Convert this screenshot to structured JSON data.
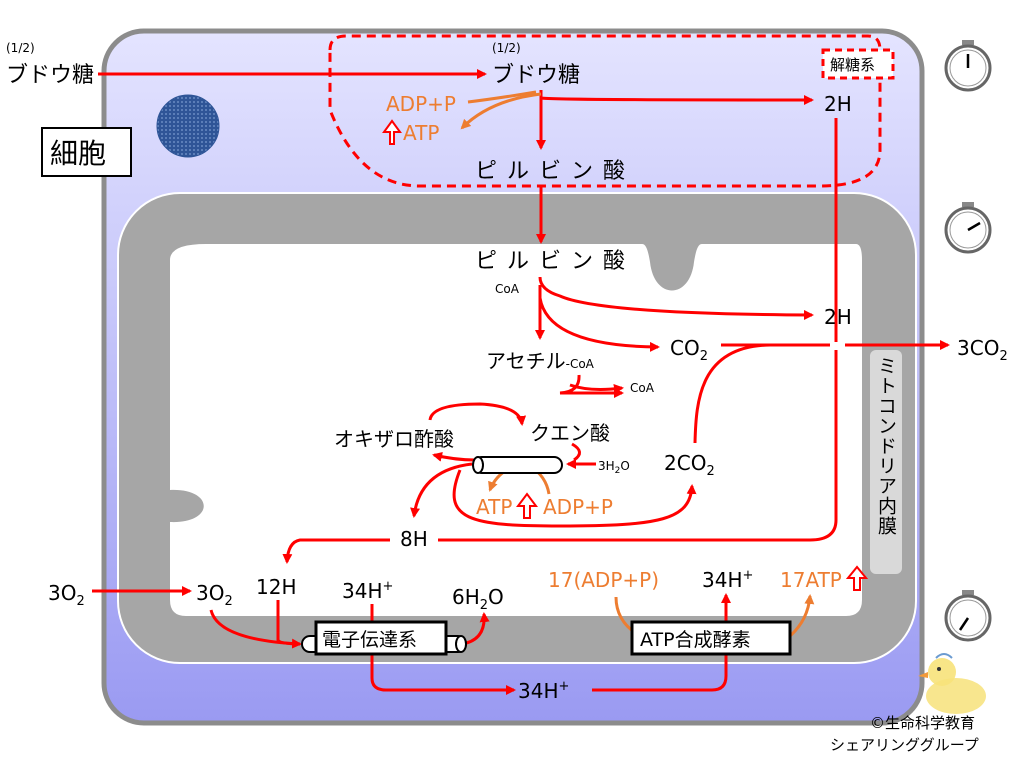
{
  "labels": {
    "glucose_left_frac": "(1/2)",
    "glucose_left": "ブドウ糖",
    "glucose_top_frac": "(1/2)",
    "glucose_top": "ブドウ糖",
    "glycolysis_box": "解糖系",
    "cell_label": "細胞",
    "adp_p_1": "ADP+P",
    "atp_1": "ATP",
    "pyruvate_1": "ピルビン酸",
    "h2_1": "2H",
    "pyruvate_2": "ピルビン酸",
    "coa_1": "CoA",
    "h2_2": "2H",
    "co2_1": "CO",
    "co2_1_sub": "2",
    "co2_out": "3CO",
    "co2_out_sub": "2",
    "acetyl": "アセチル",
    "acetyl_coa": "-CoA",
    "coa_2": "CoA",
    "oxaloacetate": "オキザロ酢酸",
    "citrate": "クエン酸",
    "h2o_3": "3H",
    "h2o_3_sub": "2",
    "h2o_3_o": "O",
    "co2_2": "2CO",
    "co2_2_sub": "2",
    "atp_2": "ATP",
    "adp_p_2": "ADP+P",
    "h8": "8H",
    "o2_left": "3O",
    "o2_left_sub": "2",
    "o2_inner": "3O",
    "o2_inner_sub": "2",
    "h12": "12H",
    "h34_a": "34H",
    "h34_a_sup": "+",
    "h2o_6": "6H",
    "h2o_6_sub": "2",
    "h2o_6_o": "O",
    "adp17": "17(ADP+P)",
    "h34_b": "34H",
    "h34_b_sup": "+",
    "atp17": "17ATP",
    "etc_box": "電子伝達系",
    "atp_synthase_box": "ATP合成酵素",
    "h34_c": "34H",
    "h34_c_sup": "+",
    "inner_membrane": "ミトコンドリア内膜",
    "credit_1": "©生命科学教育",
    "credit_2": "シェアリンググループ"
  },
  "colors": {
    "arrow_red": "#FF0000",
    "arrow_orange": "#ED7D31",
    "cytoplasm": "#CCCCFF",
    "membrane": "#A6A6A6",
    "nucleus": "#2F5597"
  },
  "icons": [
    "stopwatch-icon",
    "stopwatch-icon",
    "stopwatch-icon",
    "duck-mascot-icon"
  ]
}
